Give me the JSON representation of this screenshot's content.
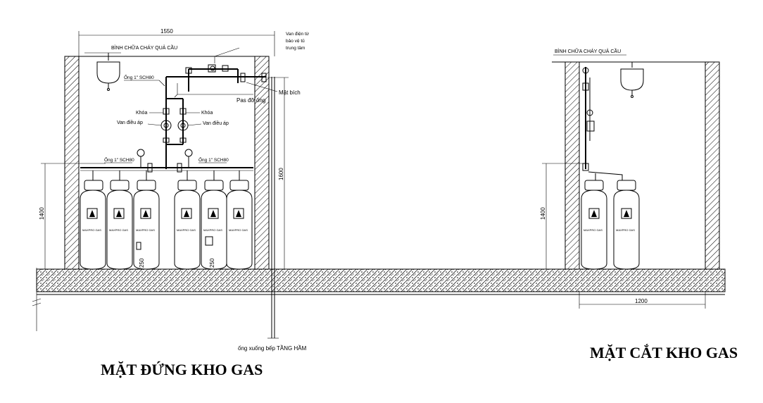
{
  "elevation": {
    "title": "MẶT ĐỨNG KHO GAS",
    "dim_top": "1550",
    "dim_left": "1400",
    "dim_right": "1600",
    "dim_base_1": "250",
    "dim_base_2": "250",
    "lbl_extinguisher": "BÌNH CHỮA CHÁY QUẢ CẦU",
    "lbl_valve_line1": "Van điện từ",
    "lbl_valve_line2": "bảo vệ tủ",
    "lbl_valve_line3": "trung tâm",
    "lbl_pipe_top": "Ống 1\" SCH80",
    "lbl_pipe_support": "Pas đỡ ống",
    "lbl_flange": "Mặt bích",
    "lbl_lock_left": "Khóa",
    "lbl_lock_right": "Khóa",
    "lbl_regulator_left": "Van điều áp",
    "lbl_regulator_right": "Van điều áp",
    "lbl_pipe_left": "Ống 1\" SCH80",
    "lbl_pipe_right": "Ống 1\" SCH80",
    "lbl_down_pipe": "ống xuống bếp TẦNG HẦM",
    "cylinder_label": "MAXPRO GAS"
  },
  "section": {
    "title": "MẶT CẮT KHO GAS",
    "lbl_extinguisher": "BÌNH CHỮA CHÁY QUẢ CẦU",
    "dim_left": "1400",
    "dim_bottom": "1200",
    "cylinder_label": "MAXPRO GAS"
  }
}
